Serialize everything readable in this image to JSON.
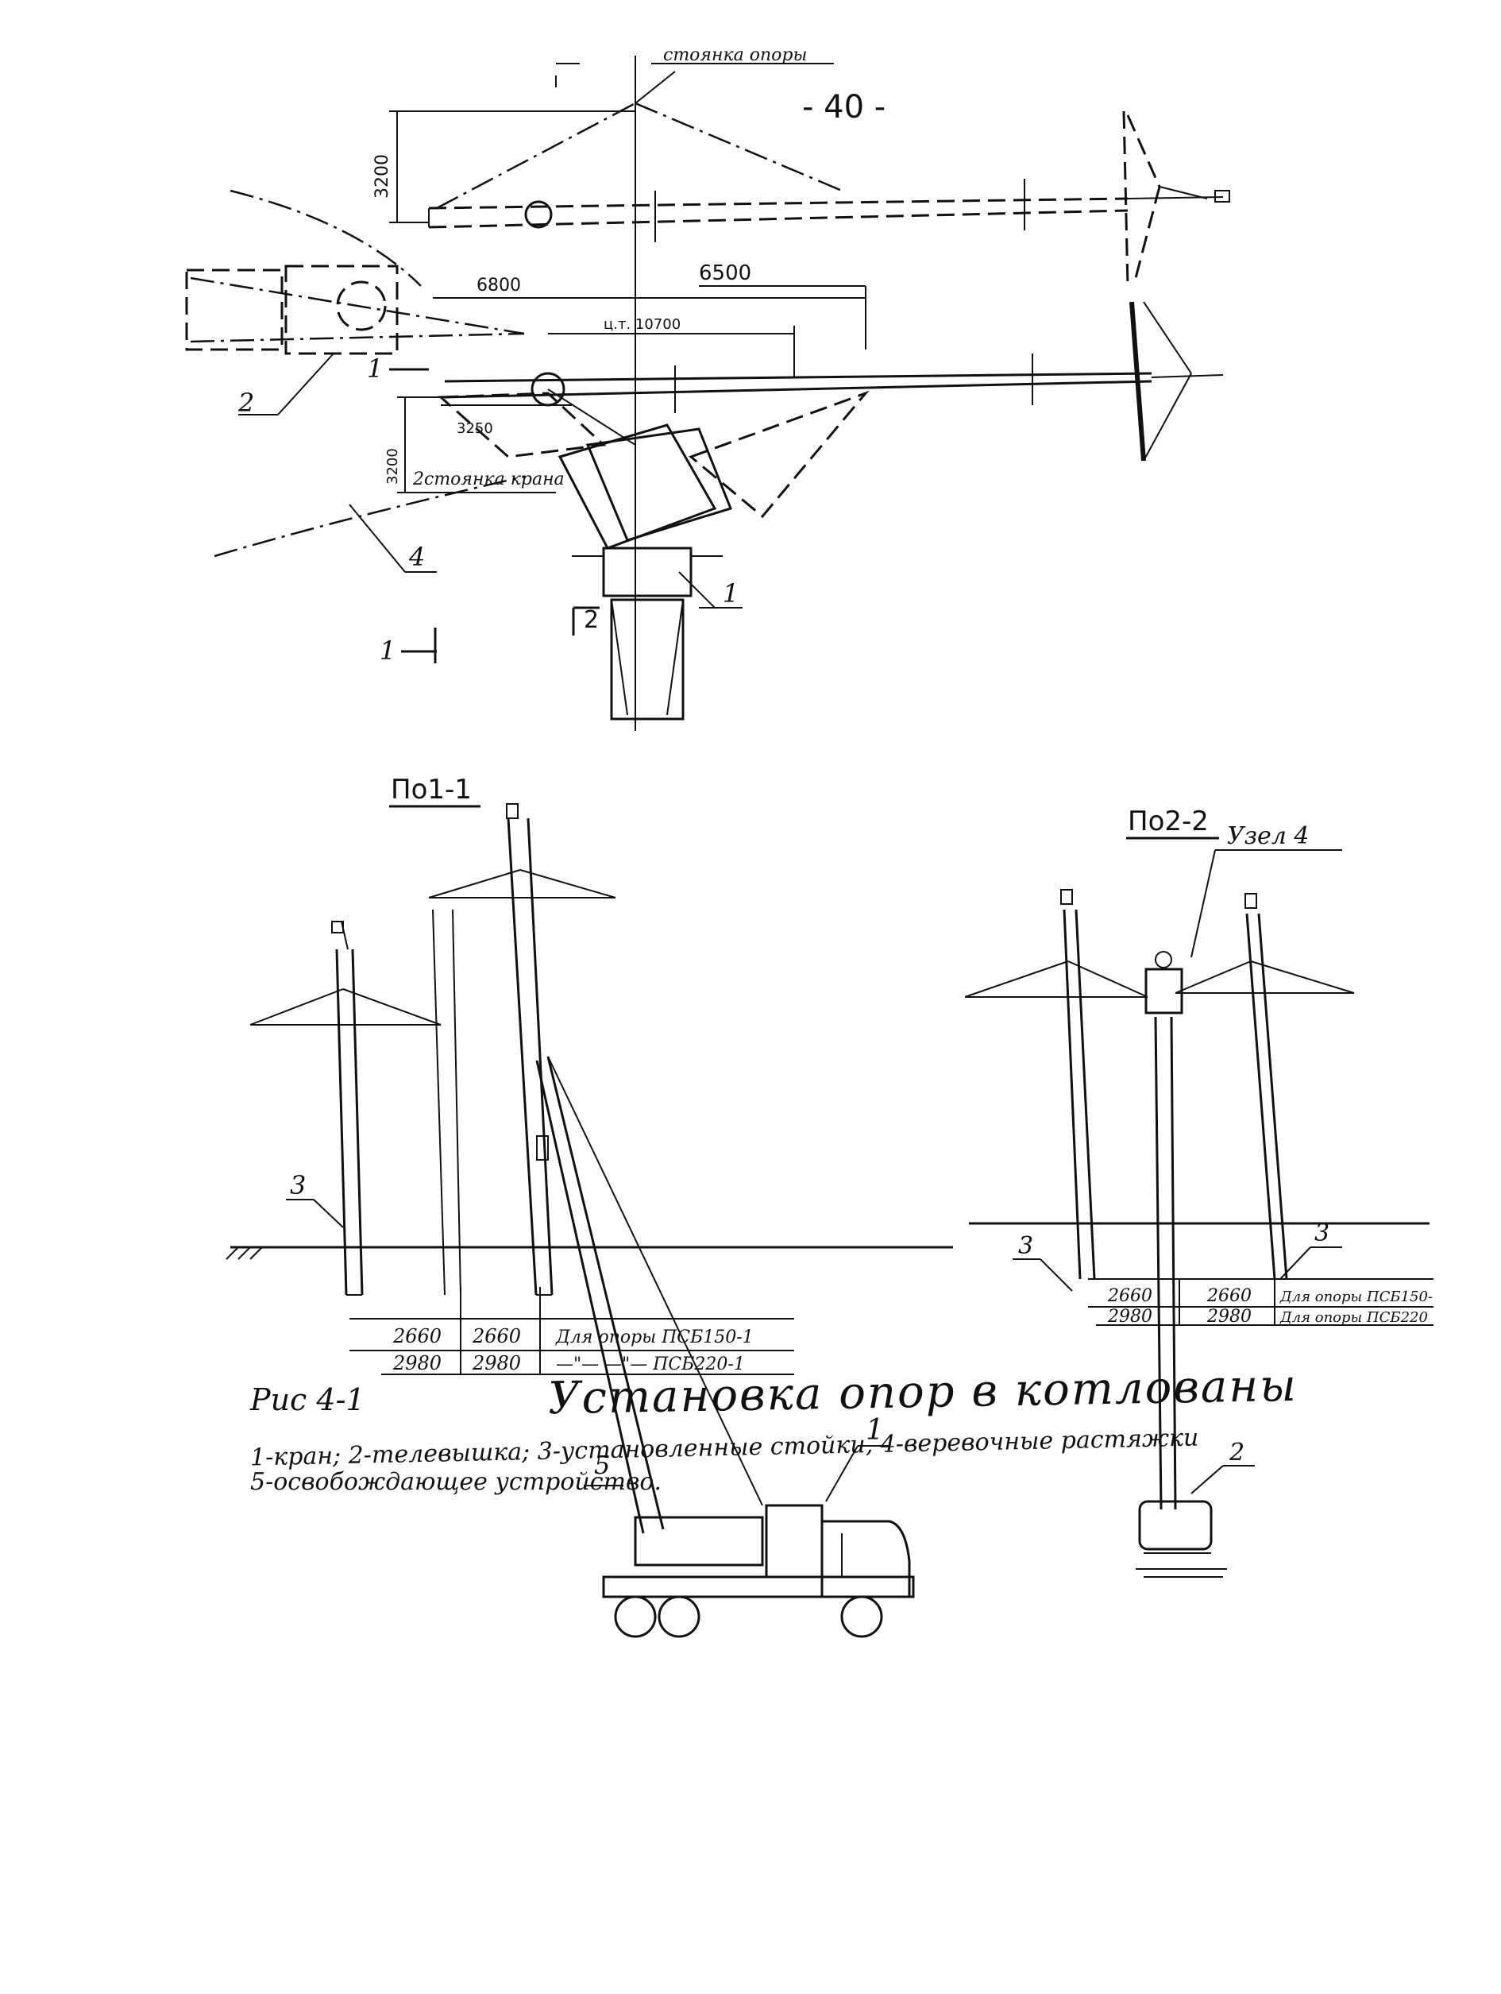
{
  "page_number": "- 40 -",
  "plan": {
    "label_top": "стоянка опоры",
    "dim_vertical_top": "3200",
    "dim_6800": "6800",
    "dim_6500": "6500",
    "dim_center": "ц.т. 10700",
    "dim_3250": "3250",
    "dim_vertical_bottom": "3200",
    "label_crane_stand": "2стоянка крана",
    "marker_1_top": "1",
    "marker_1_bottom": "1",
    "marker_2": "2",
    "callout_2": "2",
    "callout_4": "4",
    "callout_1": "1"
  },
  "section_1": {
    "title": "По1-1",
    "callout_3": "3",
    "callout_5": "5",
    "callout_1": "1",
    "table": {
      "row1": [
        "2660",
        "2660",
        "Для опоры ПСБ150-1"
      ],
      "row2": [
        "2980",
        "2980",
        "—\"—  —\"—  ПСБ220-1"
      ]
    }
  },
  "section_2": {
    "title": "По2-2",
    "node_label": "Узел 4",
    "callout_3_left": "3",
    "callout_3_right": "3",
    "callout_2": "2",
    "table": {
      "row1": [
        "2660",
        "2660",
        "Для опоры ПСБ150-"
      ],
      "row2": [
        "2980",
        "2980",
        "Для опоры ПСБ220"
      ]
    }
  },
  "caption": {
    "fig": "Рис 4-1",
    "title": "Установка опор в котлованы",
    "legend_line1": "1-кран; 2-телевышка; 3-установленные стойки, 4-веревочные растяжки",
    "legend_line2": "5-освобождающее устройство."
  }
}
